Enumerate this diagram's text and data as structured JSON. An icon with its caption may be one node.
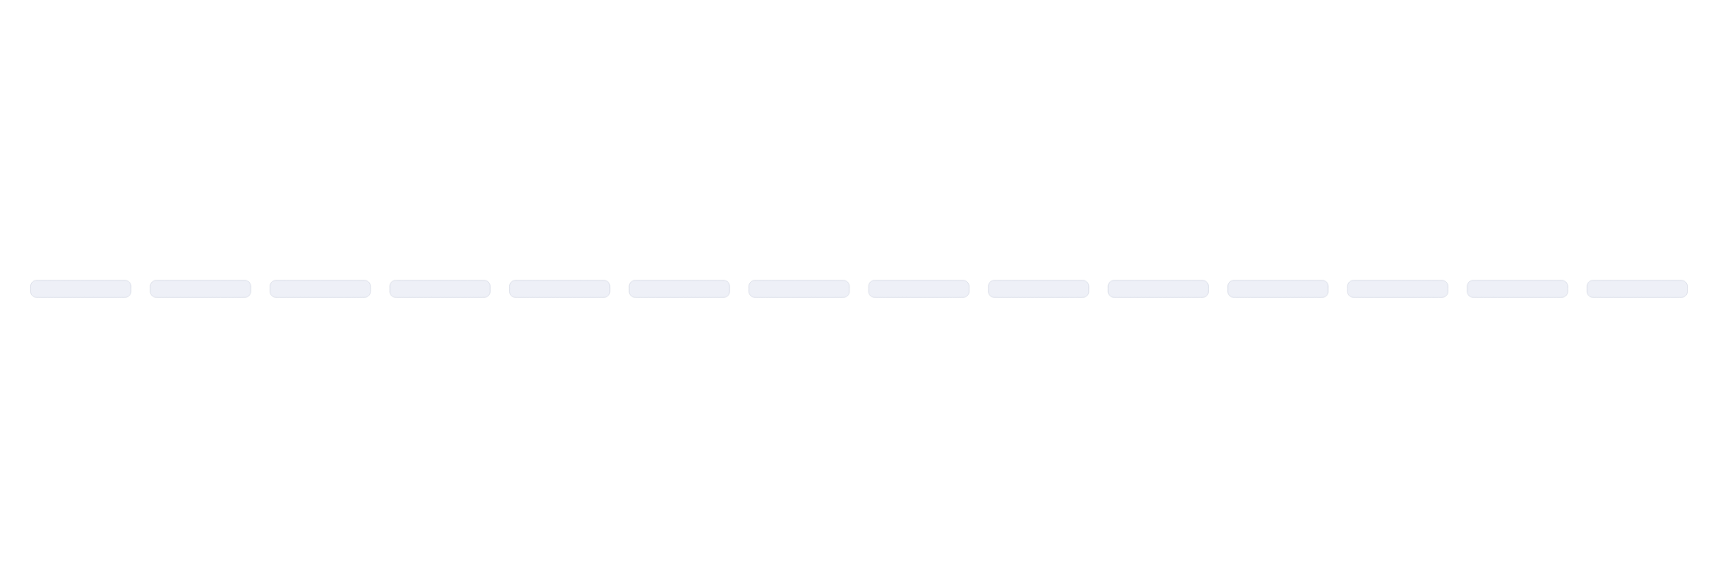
{
  "diagram": {
    "nodes": [
      {
        "text": [],
        "shape": "bar"
      },
      {
        "text": [],
        "shape": "bar"
      },
      {
        "text": [],
        "shape": "bar"
      },
      {
        "text": [],
        "shape": "bar"
      },
      {
        "text": [],
        "shape": "bar"
      },
      {
        "text": [],
        "shape": "bar"
      },
      {
        "text": [],
        "shape": "bar"
      },
      {
        "text": [],
        "shape": "bar"
      },
      {
        "text": [],
        "shape": "bar"
      },
      {
        "text": [],
        "shape": "bar"
      },
      {
        "text": [],
        "shape": "bar"
      },
      {
        "text": [],
        "shape": "bar"
      },
      {
        "text": [],
        "shape": "bar"
      },
      {
        "text": [],
        "shape": "bar"
      }
    ]
  }
}
